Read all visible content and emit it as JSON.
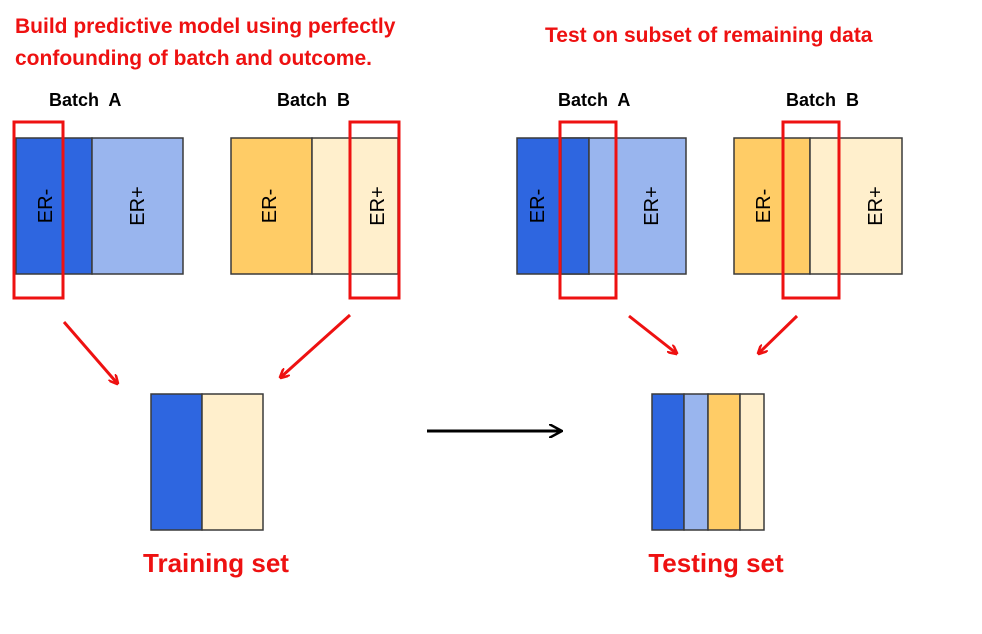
{
  "left_panel": {
    "title_line1": "Build predictive model using perfectly",
    "title_line2": "confounding of batch and outcome.",
    "batch_a_label": "Batch  A",
    "batch_b_label": "Batch  B",
    "er_neg": "ER-",
    "er_pos": "ER+",
    "set_label": "Training set"
  },
  "right_panel": {
    "title": "Test on subset of remaining data",
    "batch_a_label": "Batch  A",
    "batch_b_label": "Batch  B",
    "er_neg": "ER-",
    "er_pos": "ER+",
    "set_label": "Testing set"
  },
  "colors": {
    "er_neg_batch_a": "#2e66e0",
    "er_pos_batch_a": "#99b5ee",
    "er_neg_batch_b": "#ffcc66",
    "er_pos_batch_b": "#ffefcc",
    "highlight": "#ee1111"
  }
}
